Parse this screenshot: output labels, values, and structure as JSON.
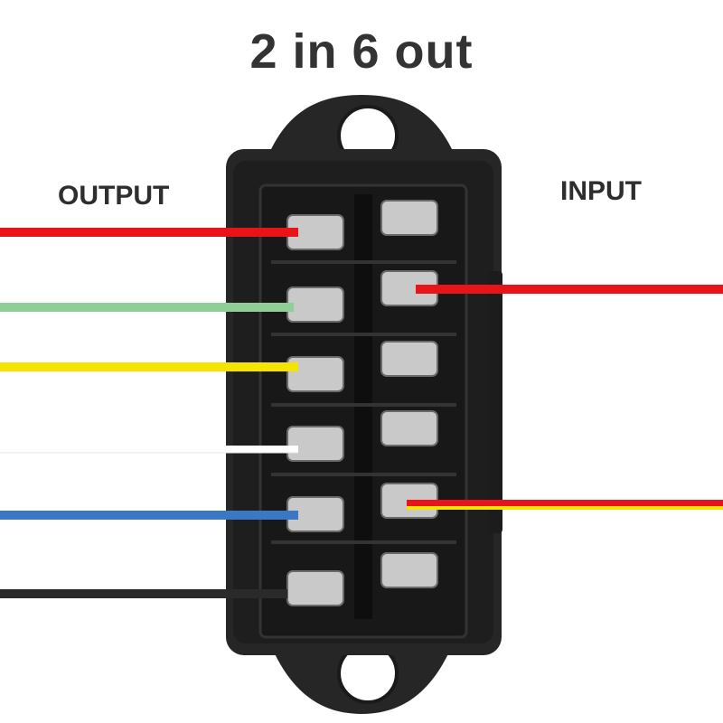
{
  "title": "2 in 6 out",
  "labels": {
    "output": "OUTPUT",
    "input": "INPUT"
  },
  "wires": {
    "output": [
      {
        "color": "#e8141a",
        "name": "red-output-wire"
      },
      {
        "color": "#8fcf95",
        "name": "green-output-wire"
      },
      {
        "color": "#f5e400",
        "name": "yellow-output-wire"
      },
      {
        "color": "#ffffff",
        "name": "white-output-wire"
      },
      {
        "color": "#3b78c4",
        "name": "blue-output-wire"
      },
      {
        "color": "#2a2a2a",
        "name": "black-output-wire"
      }
    ],
    "input": [
      {
        "color": "#e8141a",
        "name": "red-input-wire"
      },
      {
        "color": "#e8141a",
        "stripe": "#f5e400",
        "name": "red-yellow-input-wire"
      }
    ]
  },
  "colors": {
    "housing": "#262626",
    "housing_dark": "#161616",
    "terminal": "#c9c9c9"
  }
}
